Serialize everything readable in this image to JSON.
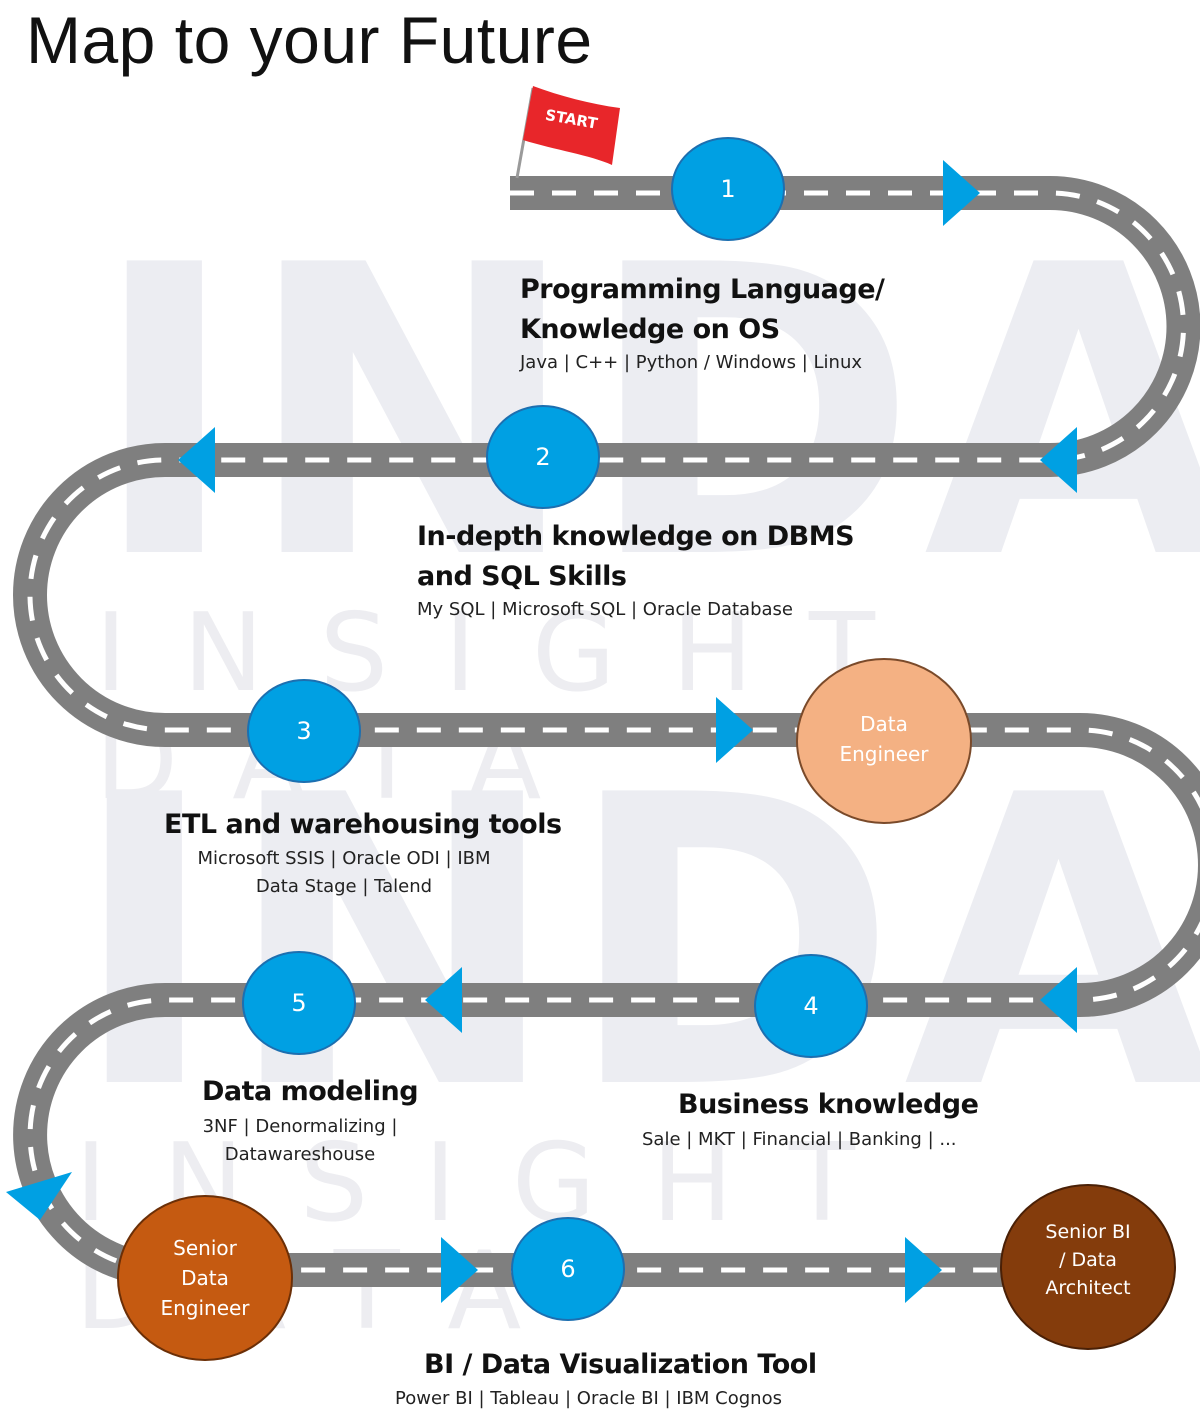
{
  "title": "Map to your Future",
  "flag_label": "START",
  "watermark": {
    "big": "INDA",
    "small": "INSIGHT DATA"
  },
  "milestones": [
    {
      "id": "1",
      "color": "#00a0e3"
    },
    {
      "id": "2",
      "color": "#00a0e3"
    },
    {
      "id": "3",
      "color": "#00a0e3"
    },
    {
      "id": "4",
      "color": "#00a0e3"
    },
    {
      "id": "5",
      "color": "#00a0e3"
    },
    {
      "id": "6",
      "color": "#00a0e3"
    }
  ],
  "roles": {
    "data_engineer": {
      "line1": "Data",
      "line2": "Engineer",
      "color": "#f4b183"
    },
    "senior_data_engineer": {
      "line1": "Senior",
      "line2": "Data",
      "line3": "Engineer",
      "color": "#c55a11"
    },
    "senior_bi": {
      "line1": "Senior BI",
      "line2": "/ Data",
      "line3": "Architect",
      "color": "#843c0c"
    }
  },
  "steps": {
    "s1": {
      "title_line1": "Programming Language/",
      "title_line2": "Knowledge on OS",
      "sub": "Java | C++ | Python / Windows | Linux"
    },
    "s2": {
      "title_line1": "In-depth knowledge on DBMS",
      "title_line2": "and SQL Skills",
      "sub": "My SQL | Microsoft SQL | Oracle Database"
    },
    "s3": {
      "title": "ETL and warehousing tools",
      "sub_line1": "Microsoft SSIS | Oracle ODI | IBM",
      "sub_line2": "Data Stage | Talend"
    },
    "s4": {
      "title": "Business knowledge",
      "sub": "Sale | MKT | Financial | Banking | ..."
    },
    "s5": {
      "title": "Data modeling",
      "sub_line1": "3NF | Denormalizing |",
      "sub_line2": "Datawareshouse"
    },
    "s6": {
      "title": "BI / Data Visualization Tool",
      "sub": "Power BI | Tableau | Oracle BI | IBM Cognos"
    }
  },
  "colors": {
    "road": "#7f7f7f",
    "lane": "#ffffff",
    "arrow": "#00a0e3",
    "flag": "#e8262a"
  }
}
